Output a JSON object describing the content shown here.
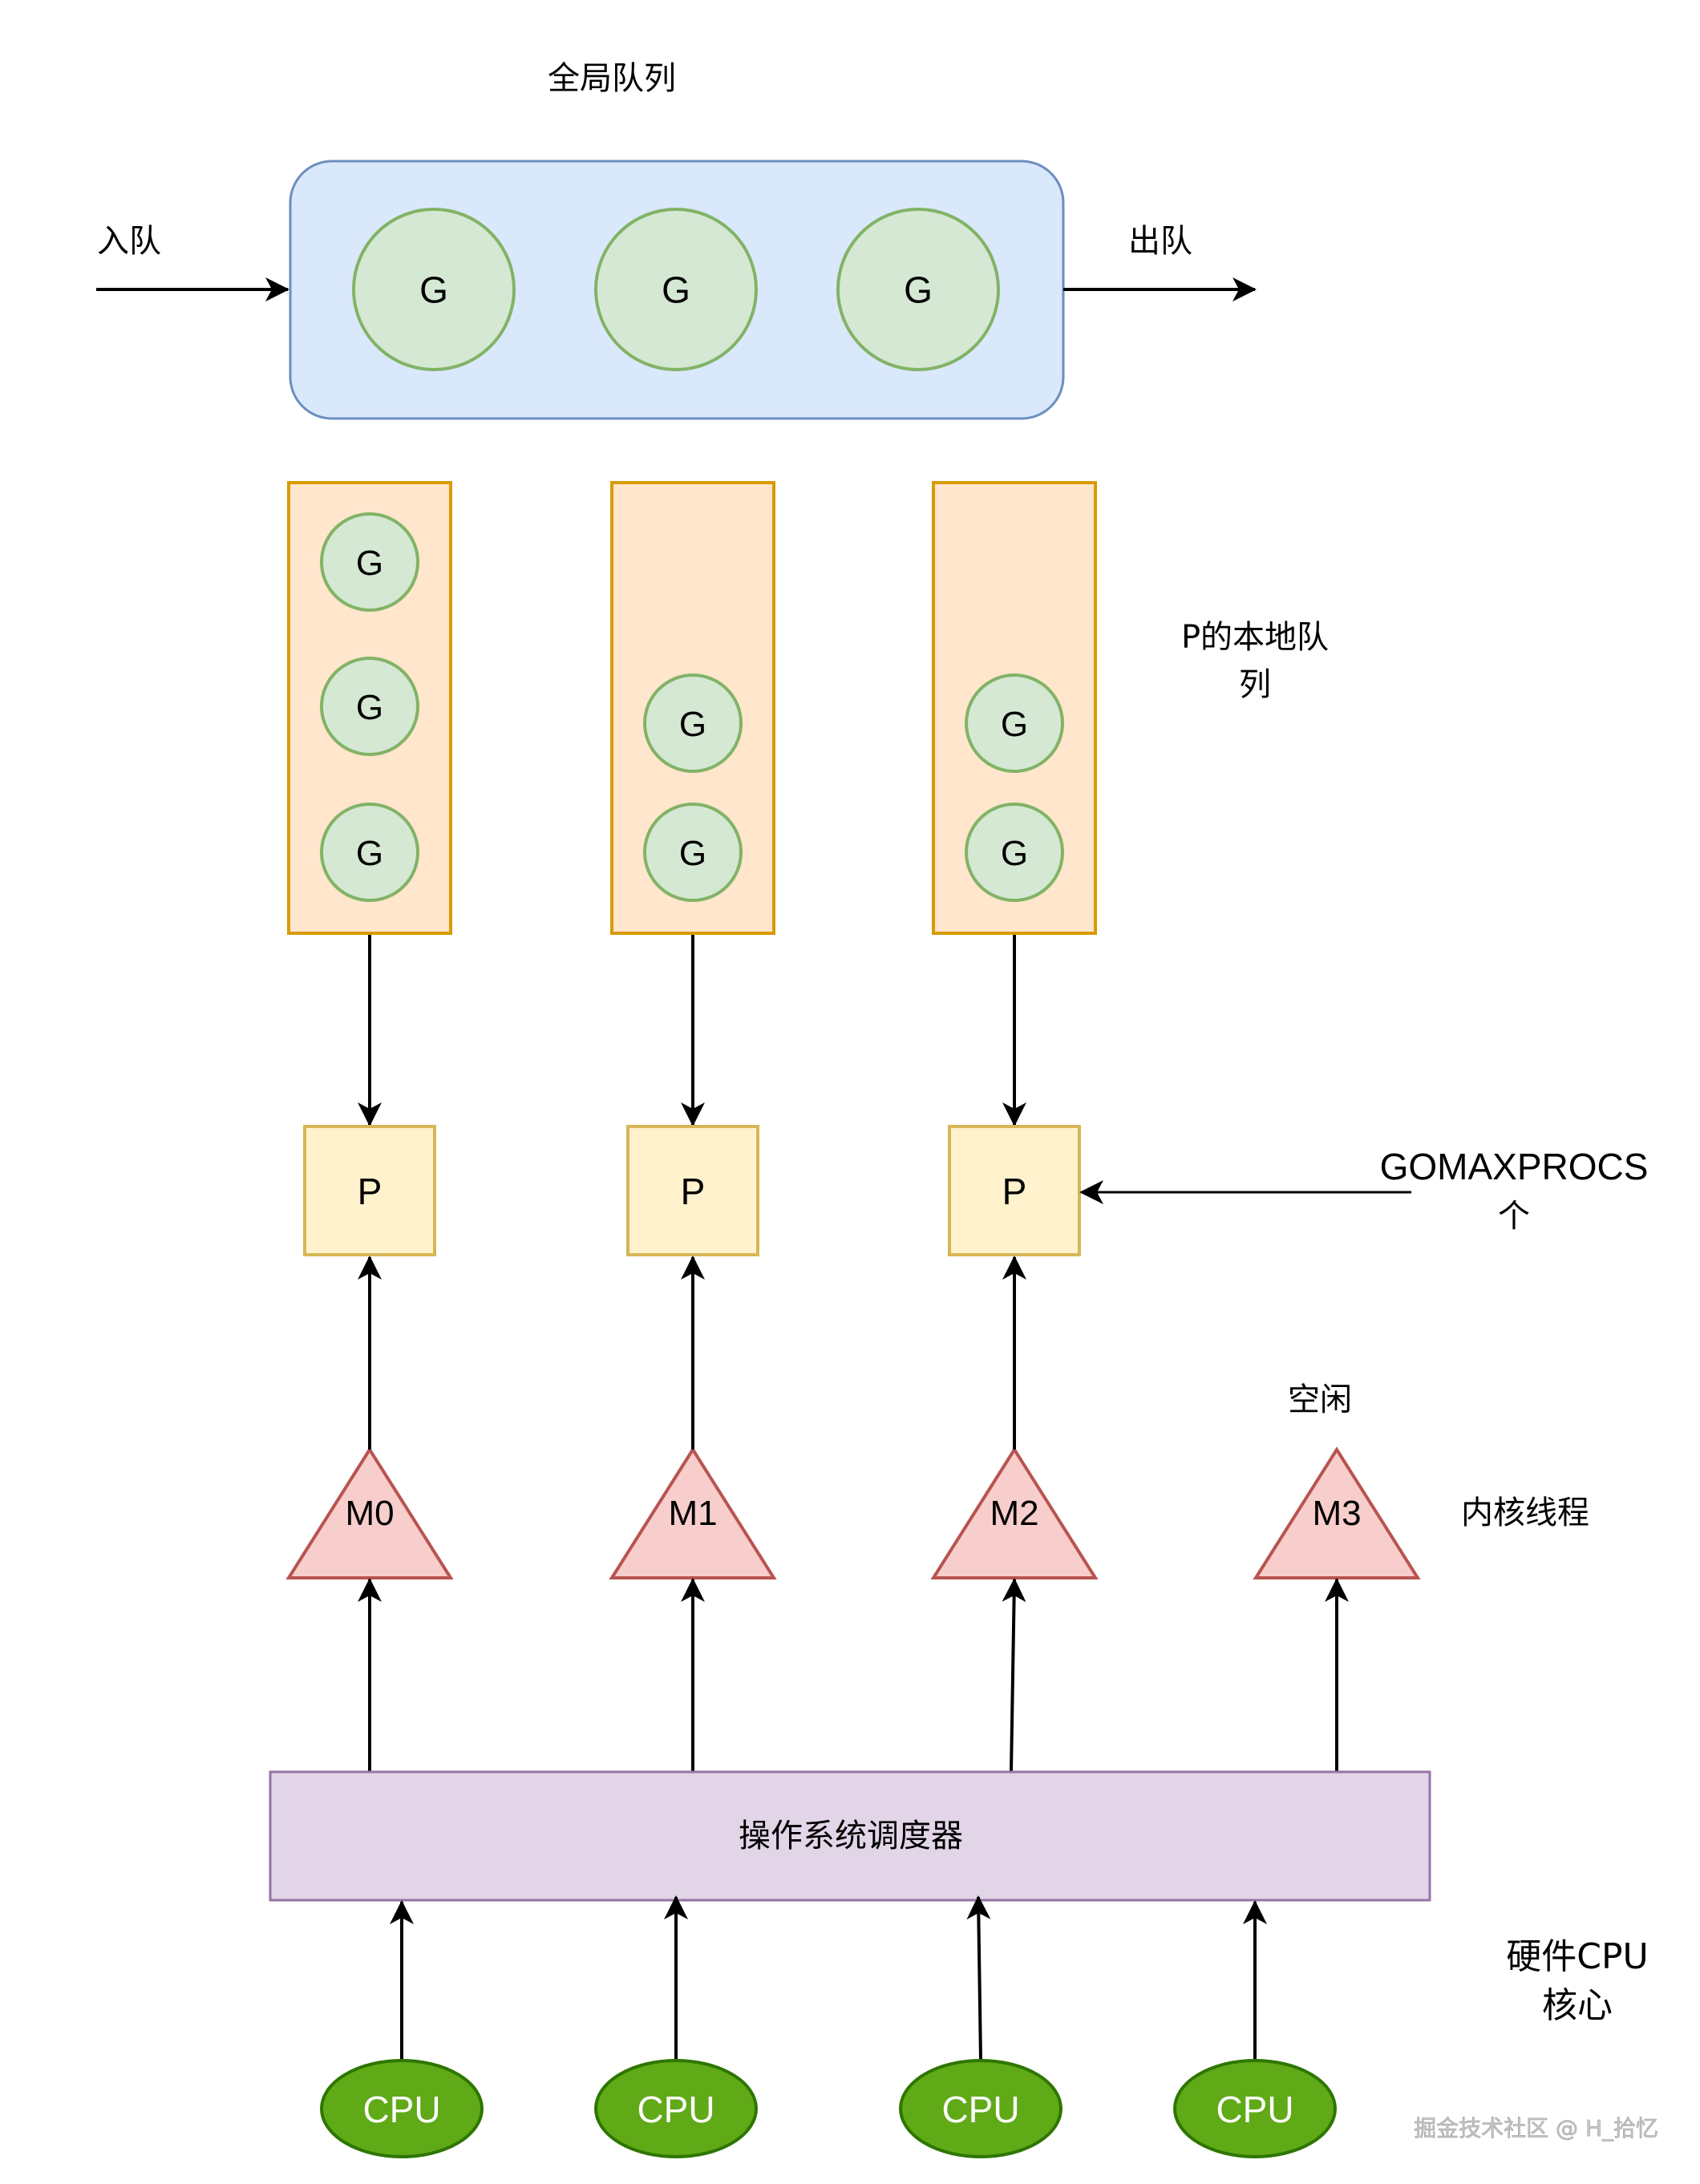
{
  "title": "全局队列",
  "labels": {
    "enqueue": "入队",
    "dequeue": "出队",
    "local_queue_line1": "P的本地队",
    "local_queue_line2": "列",
    "gomaxprocs_line1": "GOMAXPROCS",
    "gomaxprocs_line2": "个",
    "idle": "空闲",
    "kernel_threads": "内核线程",
    "hardware_cpu_line1": "硬件CPU",
    "hardware_cpu_line2": "核心",
    "os_scheduler": "操作系统调度器",
    "watermark": "掘金技术社区 @ H_拾忆"
  },
  "global_queue": {
    "goroutines": [
      "G",
      "G",
      "G"
    ]
  },
  "local_queues": [
    {
      "goroutines": [
        "G",
        "G",
        "G"
      ]
    },
    {
      "goroutines": [
        "G",
        "G"
      ]
    },
    {
      "goroutines": [
        "G",
        "G"
      ]
    }
  ],
  "processors": [
    "P",
    "P",
    "P"
  ],
  "threads": [
    {
      "label": "M0",
      "bound": true
    },
    {
      "label": "M1",
      "bound": true
    },
    {
      "label": "M2",
      "bound": true
    },
    {
      "label": "M3",
      "bound": false
    }
  ],
  "cpus": [
    "CPU",
    "CPU",
    "CPU",
    "CPU"
  ],
  "colors": {
    "global_fill": "#dae8fc",
    "global_stroke": "#6c8ebf",
    "g_fill": "#d5e8d4",
    "g_stroke": "#82b366",
    "local_fill": "#ffe6cc",
    "local_stroke": "#d79b00",
    "p_fill": "#fff2cc",
    "p_stroke": "#d6b656",
    "m_fill": "#f8cecc",
    "m_stroke": "#b85450",
    "os_fill": "#e1d5e7",
    "os_stroke": "#9673a6",
    "cpu_fill": "#60a917",
    "cpu_stroke": "#2d7600",
    "cpu_text": "#ffffff"
  }
}
